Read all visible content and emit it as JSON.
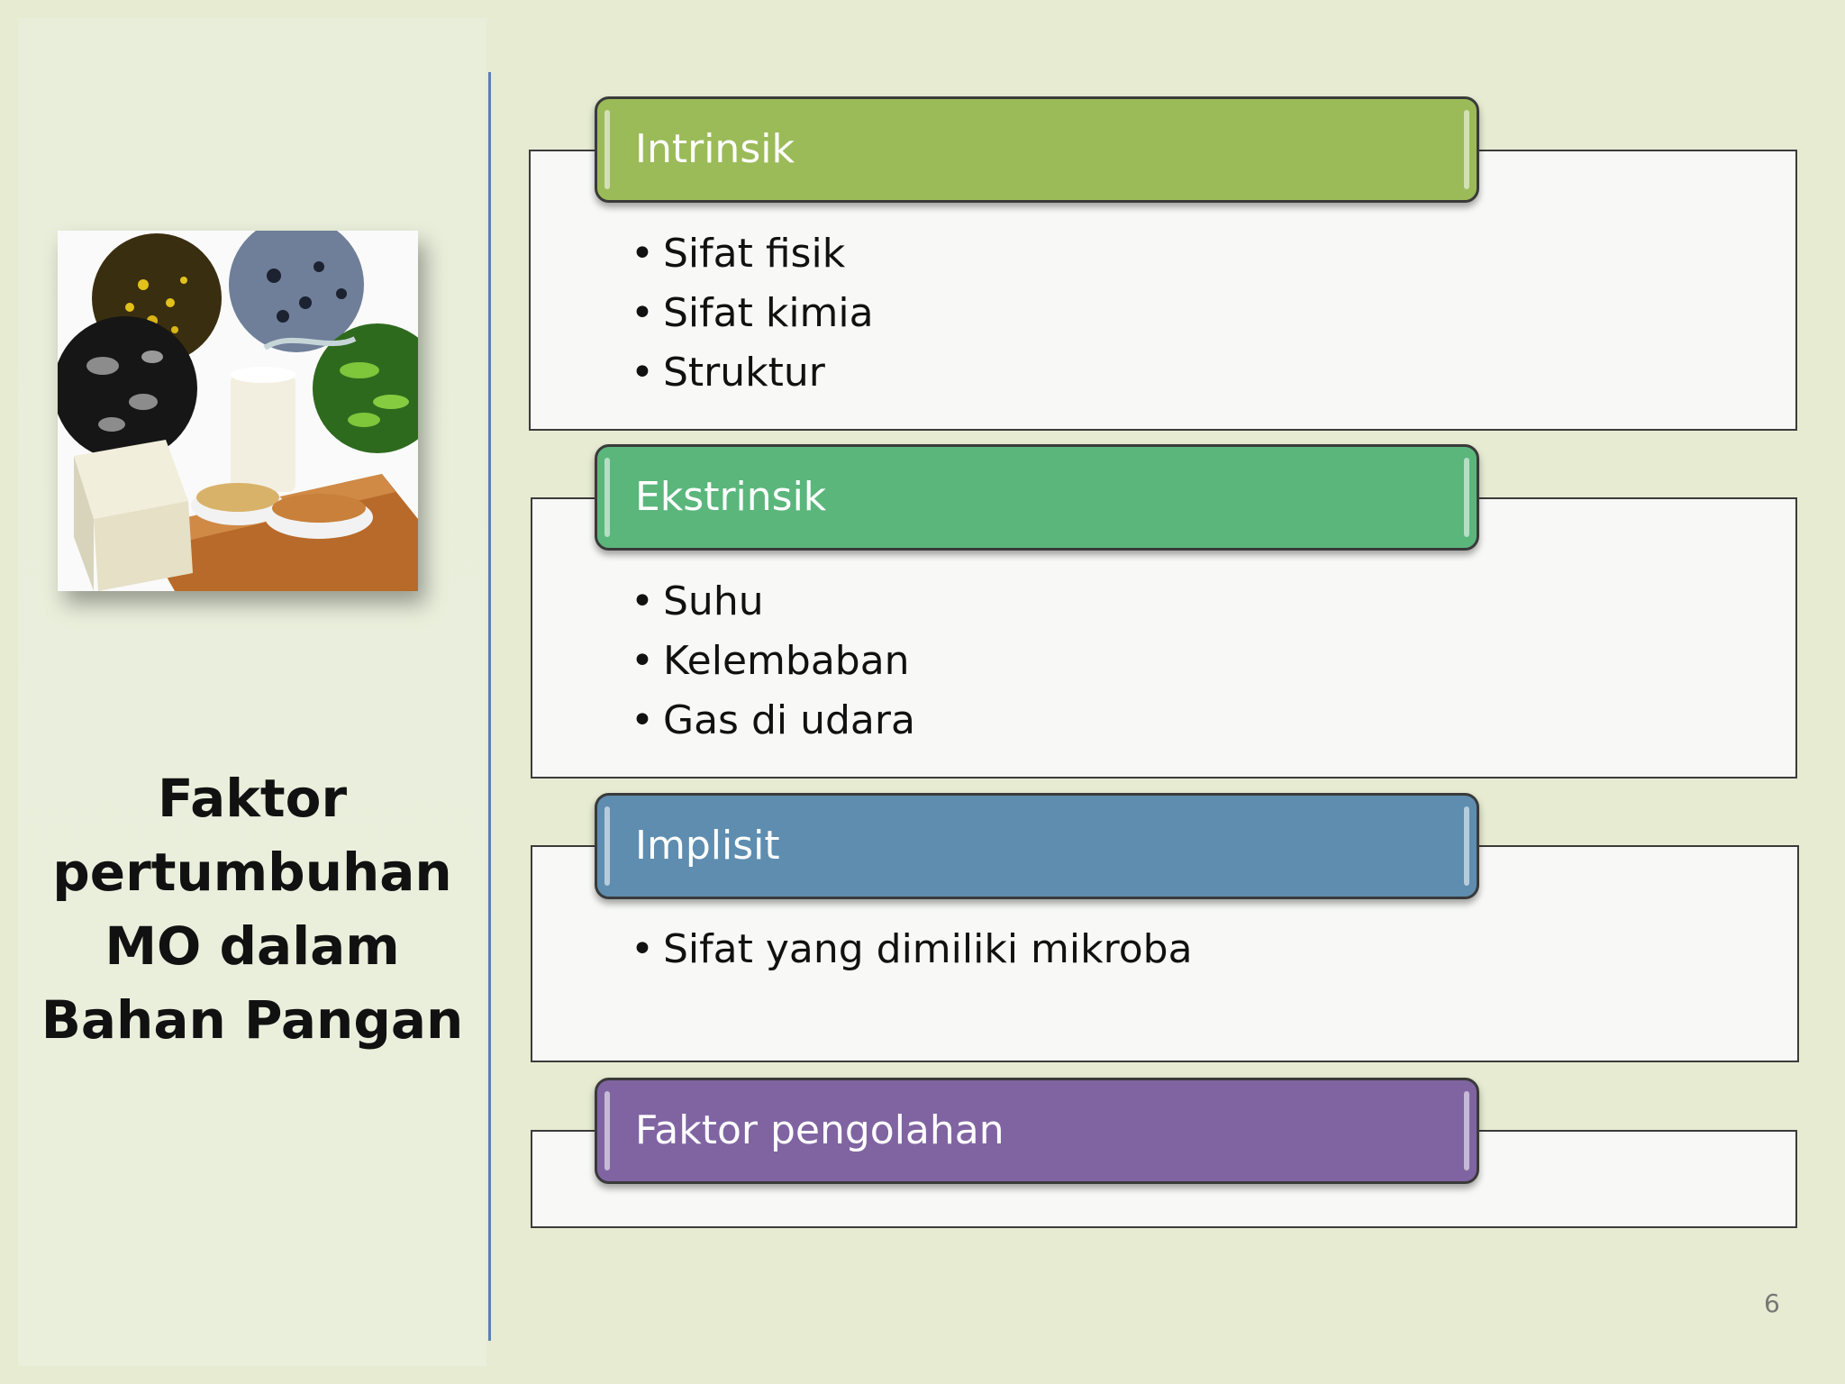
{
  "title_lines": [
    "Faktor",
    "pertumbuhan",
    "MO dalam",
    "Bahan Pangan"
  ],
  "sections": [
    {
      "label": "Intrinsik",
      "color": "#9bbb59",
      "items": [
        "Sifat fisik",
        "Sifat kimia",
        "Struktur"
      ]
    },
    {
      "label": "Ekstrinsik",
      "color": "#5bb67c",
      "items": [
        "Suhu",
        "Kelembaban",
        "Gas di udara"
      ]
    },
    {
      "label": "Implisit",
      "color": "#5e8db0",
      "items": [
        "Sifat yang dimiliki mikroba"
      ]
    },
    {
      "label": "Faktor pengolahan",
      "color": "#8064a2",
      "items": []
    }
  ],
  "slide_number": "6",
  "image_icon": "microbes-food-photo-icon"
}
